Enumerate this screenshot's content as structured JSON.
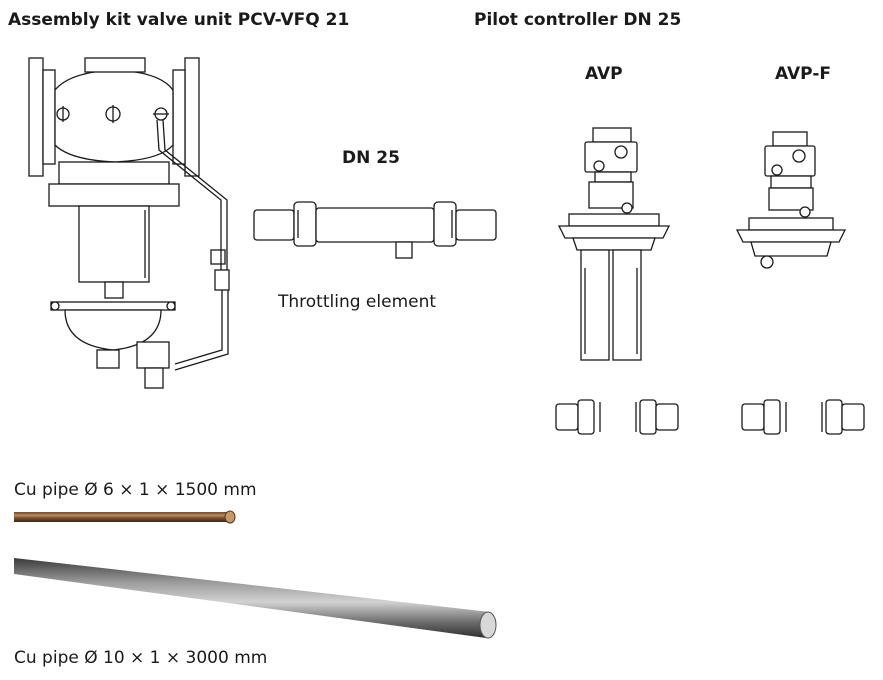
{
  "headings": {
    "assembly_kit": "Assembly kit valve unit PCV-VFQ 21",
    "pilot_controller": "Pilot controller DN 25"
  },
  "throttling": {
    "size_label": "DN 25",
    "caption": "Throttling element"
  },
  "pilots": {
    "avp_label": "AVP",
    "avpf_label": "AVP-F"
  },
  "pipes": {
    "small_caption": "Cu pipe Ø 6 × 1 × 1500 mm",
    "large_caption": "Cu pipe Ø 10 × 1 × 3000 mm"
  }
}
